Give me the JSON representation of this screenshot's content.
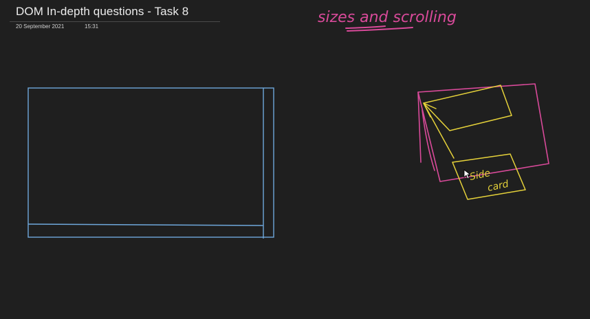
{
  "page": {
    "title": "DOM In-depth questions - Task 8",
    "date": "20 September 2021",
    "time": "15:31"
  },
  "ink": {
    "heading": "sizes and scrolling",
    "sketch_label_line1": "Side",
    "sketch_label_line2": "card"
  },
  "colors": {
    "background": "#1f1f1f",
    "blue_ink": "#6fa8dc",
    "pink_ink": "#d94a9a",
    "yellow_ink": "#e6d23a"
  },
  "cursor": {
    "icon": "arrow-cursor-icon"
  }
}
